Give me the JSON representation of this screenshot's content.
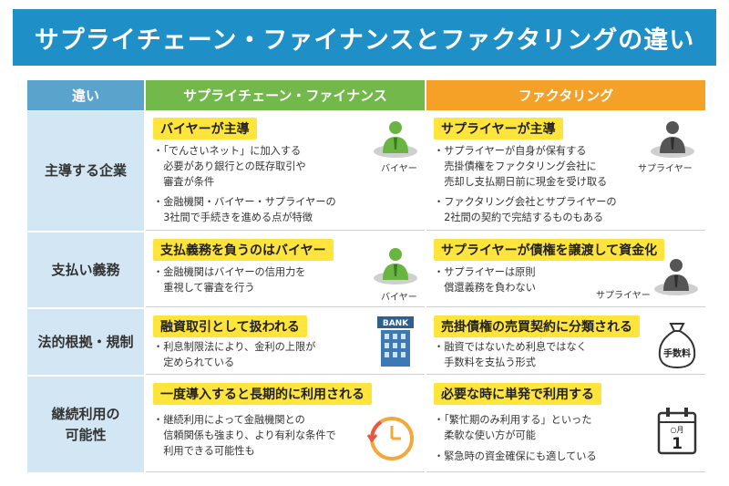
{
  "title": "サプライチェーン・ファイナンスとファクタリングの違い",
  "headers": {
    "label": "違い",
    "scf": "サプライチェーン・ファイナンス",
    "factoring": "ファクタリング"
  },
  "rows": [
    {
      "label": "主導する企業",
      "scf": {
        "highlight": "バイヤーが主導",
        "bullets": [
          "・「でんさいネット」に加入する",
          "　必要があり銀行との既存取引や",
          "　審査が条件",
          "・金融機関・バイヤー・サプライヤーの",
          "　3社間で手続きを進める点が特徴"
        ],
        "icon_label": "バイヤー"
      },
      "factoring": {
        "highlight": "サプライヤーが主導",
        "bullets": [
          "・サプライヤーが自身が保有する",
          "　売掛債権をファクタリング会社に",
          "　売却し支払期日前に現金を受け取る",
          "・ファクタリング会社とサプライヤーの",
          "　2社間の契約で完結するものもある"
        ],
        "icon_label": "サプライヤー"
      }
    },
    {
      "label": "支払い義務",
      "scf": {
        "highlight": "支払義務を負うのはバイヤー",
        "bullets": [
          "・金融機関はバイヤーの信用力を",
          "　重視して審査を行う"
        ],
        "icon_label": "バイヤー"
      },
      "factoring": {
        "highlight": "サプライヤーが債権を譲渡して資金化",
        "bullets": [
          "・サプライヤーは原則",
          "　償還義務を負わない"
        ],
        "icon_label": "サプライヤー"
      }
    },
    {
      "label": "法的根拠・規制",
      "scf": {
        "highlight": "融資取引として扱われる",
        "bullets": [
          "・利息制限法により、金利の上限が",
          "　定められている"
        ],
        "icon_label": "BANK"
      },
      "factoring": {
        "highlight": "売掛債権の売買契約に分類される",
        "bullets": [
          "・融資ではないため利息ではなく",
          "　手数料を支払う形式"
        ],
        "icon_label": "手数料"
      }
    },
    {
      "label_lines": [
        "継続利用の",
        "可能性"
      ],
      "scf": {
        "highlight": "一度導入すると長期的に利用される",
        "bullets": [
          "・継続利用によって金融機関との",
          "　信頼関係も強まり、より有利な条件で",
          "　利用できる可能性も"
        ]
      },
      "factoring": {
        "highlight": "必要な時に単発で利用する",
        "bullets": [
          "・「繁忙期のみ利用する」といった",
          "　柔軟な使い方が可能",
          "・緊急時の資金確保にも適している"
        ],
        "calendar_month": "○月",
        "calendar_day": "1"
      }
    }
  ],
  "colors": {
    "title": "#1f8fc7",
    "scf": "#73b84a",
    "factoring": "#f5a026",
    "label_bg": "#d2e6f3",
    "highlight": "#ffe53b"
  }
}
